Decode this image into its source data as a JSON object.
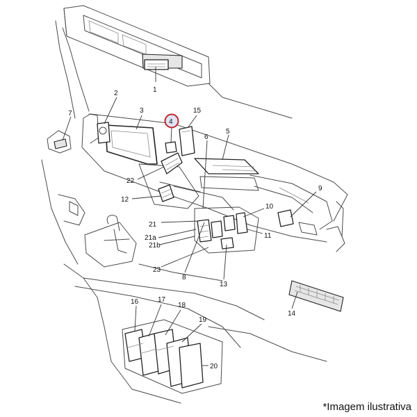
{
  "diagram": {
    "callouts": [
      "1",
      "2",
      "3",
      "4",
      "5",
      "6",
      "7",
      "8",
      "9",
      "10",
      "11",
      "12",
      "13",
      "14",
      "15",
      "16",
      "17",
      "18",
      "19",
      "20",
      "21",
      "21a",
      "21b",
      "22",
      "23"
    ],
    "highlighted_callout": "4",
    "highlight_color": "#c0252a"
  },
  "caption": "*Imagem ilustrativa"
}
